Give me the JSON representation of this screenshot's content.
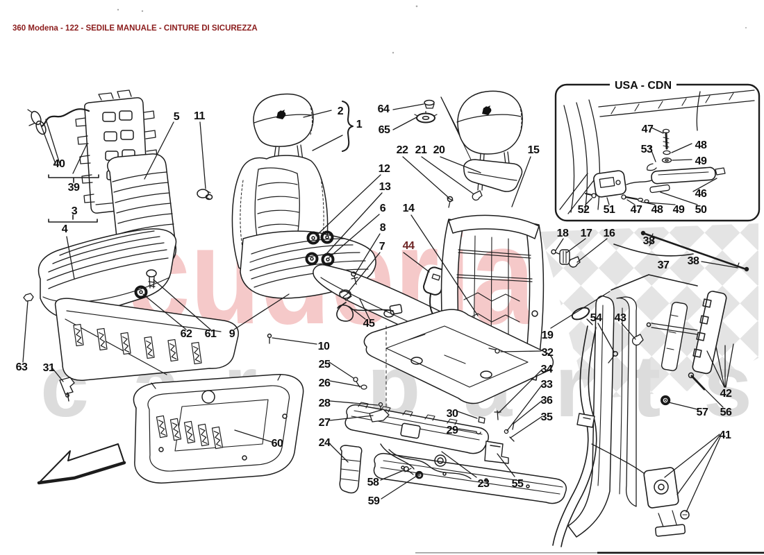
{
  "page": {
    "title": "360 Modena - 122 - SEDILE MANUALE - CINTURE DI SICUREZZA"
  },
  "inset": {
    "title": "USA - CDN"
  },
  "watermark": {
    "line1": "scuderia",
    "line2": "car parts",
    "pink": "#f5c9c9",
    "gray": "#d8d8d8",
    "checker_gray": "#e4e4e4"
  },
  "colors": {
    "title_text": "#8b1c1c",
    "callout_text": "#0e0e0e",
    "callout_accent_red": "#6e2424",
    "line_art": "#1c1c1c"
  },
  "icons": {
    "headrest_logo": "ferrari-prancing-horse",
    "bottom_left_arrow": "left-direction-arrow"
  },
  "callouts": {
    "c1": "1",
    "c2": "2",
    "c3": "3",
    "c4": "4",
    "c5": "5",
    "c6": "6",
    "c7": "7",
    "c8": "8",
    "c9": "9",
    "c10": "10",
    "c11": "11",
    "c12": "12",
    "c13": "13",
    "c14": "14",
    "c15": "15",
    "c16": "16",
    "c17": "17",
    "c18": "18",
    "c19": "19",
    "c20": "20",
    "c21": "21",
    "c22": "22",
    "c23": "23",
    "c24": "24",
    "c25": "25",
    "c26": "26",
    "c27": "27",
    "c28": "28",
    "c29": "29",
    "c30": "30",
    "c31": "31",
    "c32": "32",
    "c33": "33",
    "c34": "34",
    "c35": "35",
    "c36": "36",
    "c37": "37",
    "c38a": "38",
    "c38b": "38",
    "c39": "39",
    "c40": "40",
    "c41": "41",
    "c42": "42",
    "c43": "43",
    "c44": "44",
    "c45": "45",
    "c46": "46",
    "c47a": "47",
    "c47b": "47",
    "c48a": "48",
    "c48b": "48",
    "c49a": "49",
    "c49b": "49",
    "c50": "50",
    "c51": "51",
    "c52": "52",
    "c53": "53",
    "c54": "54",
    "c55": "55",
    "c56": "56",
    "c57": "57",
    "c58": "58",
    "c59": "59",
    "c60": "60",
    "c61": "61",
    "c62": "62",
    "c63": "63",
    "c64": "64",
    "c65": "65"
  }
}
